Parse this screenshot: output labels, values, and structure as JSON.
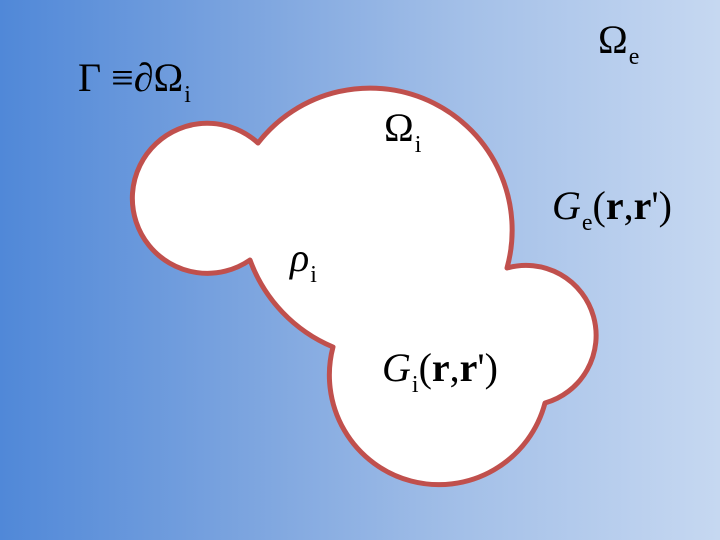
{
  "labels": {
    "boundary": {
      "gamma": "Γ",
      "equiv": "≡",
      "partial": "∂",
      "omega": "Ω",
      "sub": "i"
    },
    "exterior_domain": {
      "omega": "Ω",
      "sub": "e"
    },
    "interior_domain": {
      "omega": "Ω",
      "sub": "i"
    },
    "density": {
      "rho": "ρ",
      "sub": "i"
    },
    "exterior_green": {
      "g": "G",
      "sub": "e",
      "open": "(",
      "r": "r",
      "comma": ",",
      "r_prime": "r",
      "prime": "'",
      "close": ")"
    },
    "interior_green": {
      "g": "G",
      "sub": "i",
      "open": "(",
      "r": "r",
      "comma": ",",
      "r_prime": "r",
      "prime": "'",
      "close": ")"
    }
  },
  "colors": {
    "region_fill": "#ffffff",
    "boundary_stroke": "#c0504d",
    "background_left": "#5088d8",
    "background_right": "#c6d8f1"
  }
}
